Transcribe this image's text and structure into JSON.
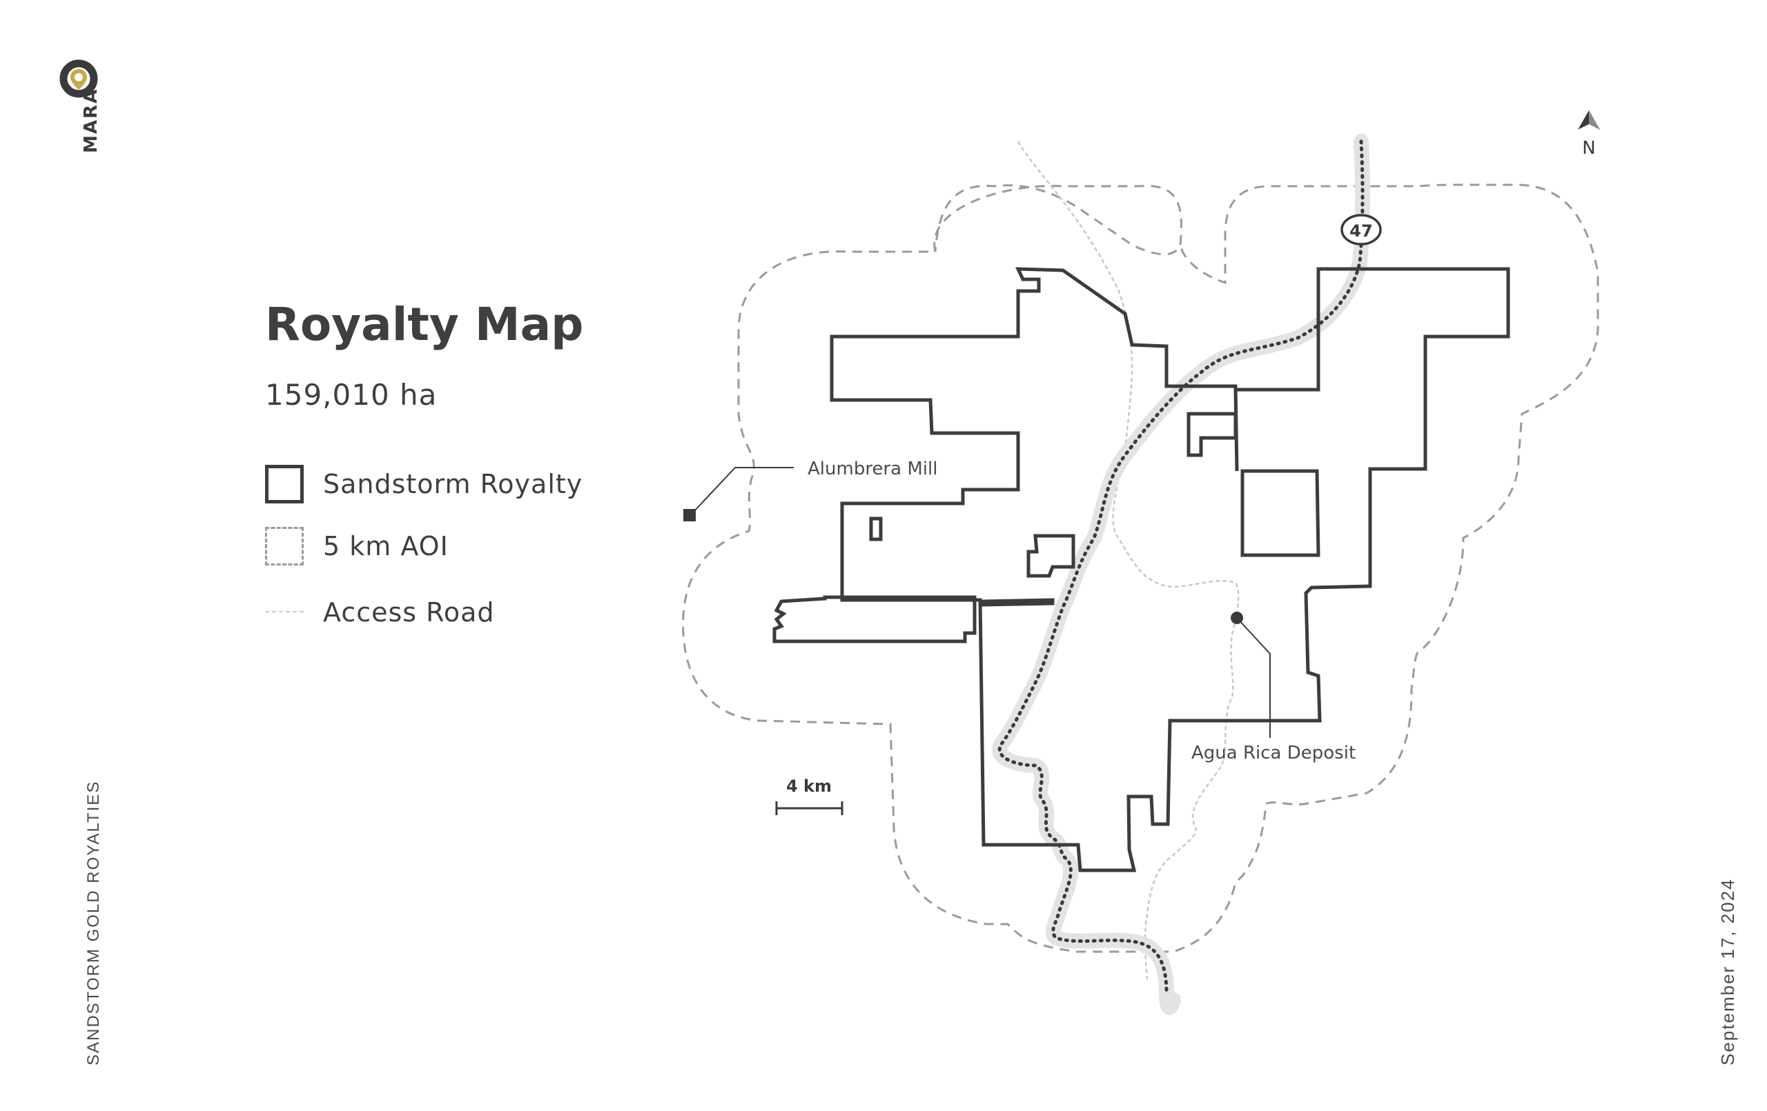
{
  "brand": {
    "logo_text": "MARA",
    "company": "SANDSTORM GOLD ROYALTIES",
    "accent": "#c9a74b"
  },
  "title": "Royalty Map",
  "area": "159,010 ha",
  "date": "September 17, 2024",
  "legend": {
    "royalty": "Sandstorm Royalty",
    "aoi": "5 km AOI",
    "road": "Access Road"
  },
  "map": {
    "labels": {
      "mill": "Alumbrera Mill",
      "deposit": "Agua Rica Deposit",
      "highway": "47",
      "scale": "4 km",
      "north": "N"
    },
    "colors": {
      "boundary": "#3c3c3c",
      "aoi": "#9a9a9a",
      "road": "#c8c8c8",
      "highway_halo": "#e3e3e3",
      "highway": "#3a3a3a"
    }
  }
}
